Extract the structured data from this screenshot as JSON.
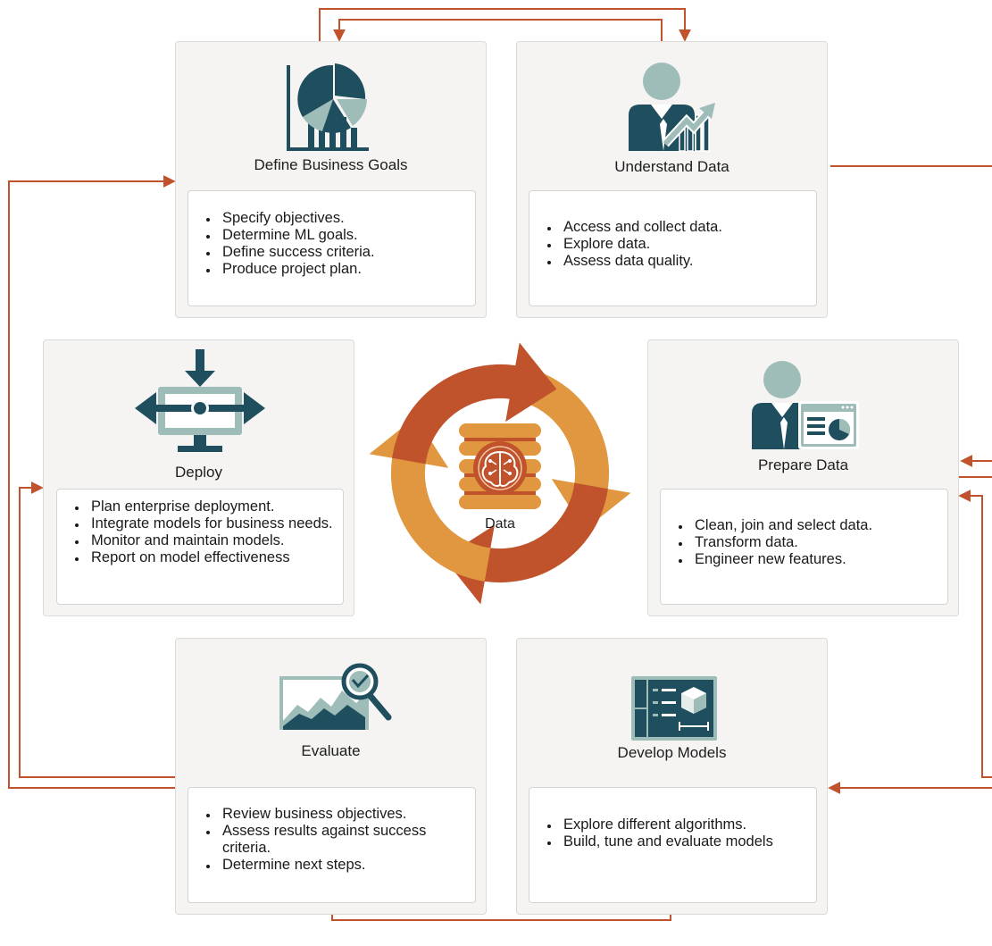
{
  "center": {
    "label": "Data"
  },
  "colors": {
    "dark": "#1f4e5f",
    "light": "#9ebdb9",
    "arrow": "#c0522c",
    "ring_orange": "#e0973f",
    "ring_red": "#c0522c"
  },
  "cards": {
    "define": {
      "title": "Define Business Goals",
      "icon": "pie-bar-chart-icon",
      "items": [
        "Specify objectives.",
        "Determine ML goals.",
        "Define success criteria.",
        "Produce project plan."
      ]
    },
    "understand": {
      "title": "Understand Data",
      "icon": "person-growth-chart-icon",
      "items": [
        "Access and collect data.",
        "Explore data.",
        "Assess data quality."
      ]
    },
    "prepare": {
      "title": "Prepare Data",
      "icon": "person-dashboard-icon",
      "items": [
        "Clean, join and select data.",
        "Transform data.",
        "Engineer new features."
      ]
    },
    "develop": {
      "title": "Develop Models",
      "icon": "model-blueprint-icon",
      "items": [
        "Explore different algorithms.",
        "Build, tune and evaluate models"
      ]
    },
    "evaluate": {
      "title": "Evaluate",
      "icon": "magnified-chart-icon",
      "items": [
        "Review business objectives.",
        "Assess results against success criteria.",
        "Determine next steps."
      ]
    },
    "deploy": {
      "title": "Deploy",
      "icon": "monitor-deploy-icon",
      "items": [
        "Plan enterprise deployment.",
        "Integrate models for business needs.",
        "Monitor and maintain models.",
        "Report on model effectiveness"
      ]
    }
  }
}
